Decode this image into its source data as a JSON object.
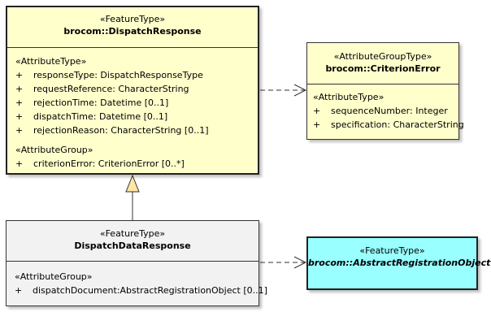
{
  "classes": {
    "dispatch_response": {
      "stereotype": "«FeatureType»",
      "name": "brocom::DispatchResponse",
      "attribute_type_stereotype": "«AttributeType»",
      "attributes": [
        {
          "vis": "+",
          "text": "responseType: DispatchResponseType"
        },
        {
          "vis": "+",
          "text": "requestReference: CharacterString"
        },
        {
          "vis": "+",
          "text": "rejectionTime: Datetime [0..1]"
        },
        {
          "vis": "+",
          "text": "dispatchTime: Datetime [0..1]"
        },
        {
          "vis": "+",
          "text": "rejectionReason: CharacterString [0..1]"
        }
      ],
      "attribute_group_stereotype": "«AttributeGroup»",
      "groups": [
        {
          "vis": "+",
          "text": "criterionError: CriterionError [0..*]"
        }
      ],
      "fill": "#ffffcc"
    },
    "criterion_error": {
      "stereotype": "«AttributeGroupType»",
      "name": "brocom::CriterionError",
      "attribute_type_stereotype": "«AttributeType»",
      "attributes": [
        {
          "vis": "+",
          "text": "sequenceNumber: Integer"
        },
        {
          "vis": "+",
          "text": "specification: CharacterString"
        }
      ],
      "fill": "#ffffcc"
    },
    "dispatch_data_response": {
      "stereotype": "«FeatureType»",
      "name": "DispatchDataResponse",
      "attribute_group_stereotype": "«AttributeGroup»",
      "groups": [
        {
          "vis": "+",
          "text": "dispatchDocument:AbstractRegistrationObject [0..1]"
        }
      ],
      "fill": "#f2f2f2"
    },
    "abstract_registration_object": {
      "stereotype": "«FeatureType»",
      "name": "brocom::AbstractRegistrationObject",
      "fill": "#99ffff"
    }
  },
  "relations": [
    {
      "type": "dependency",
      "from": "brocom::DispatchResponse",
      "to": "brocom::CriterionError"
    },
    {
      "type": "generalization",
      "from": "DispatchDataResponse",
      "to": "brocom::DispatchResponse"
    },
    {
      "type": "dependency",
      "from": "DispatchDataResponse",
      "to": "brocom::AbstractRegistrationObject"
    }
  ]
}
